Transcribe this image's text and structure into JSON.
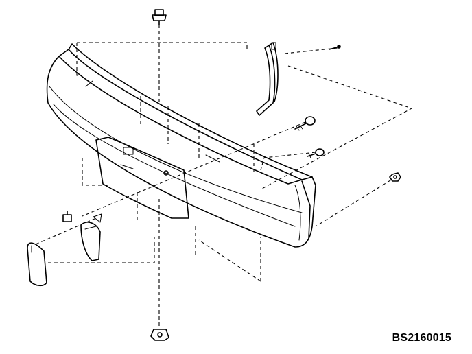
{
  "figure_code": "BS2160015",
  "parts": [
    {
      "id": "top-clip",
      "icon": "push-clip-icon"
    },
    {
      "id": "rear-bumper-fascia",
      "icon": "bumper-icon"
    },
    {
      "id": "side-retainer-bracket",
      "icon": "bracket-icon"
    },
    {
      "id": "bolt-upper",
      "icon": "bolt-icon"
    },
    {
      "id": "bolt-middle",
      "icon": "bolt-icon"
    },
    {
      "id": "screw-small-top",
      "icon": "screw-icon"
    },
    {
      "id": "nut-right",
      "icon": "nut-icon"
    },
    {
      "id": "nut-left",
      "icon": "nut-icon"
    },
    {
      "id": "clip-left",
      "icon": "clip-icon"
    },
    {
      "id": "mud-flap-inner",
      "icon": "mud-flap-icon"
    },
    {
      "id": "mud-flap-outer",
      "icon": "mud-flap-icon"
    },
    {
      "id": "bottom-clip",
      "icon": "push-clip-icon"
    }
  ]
}
